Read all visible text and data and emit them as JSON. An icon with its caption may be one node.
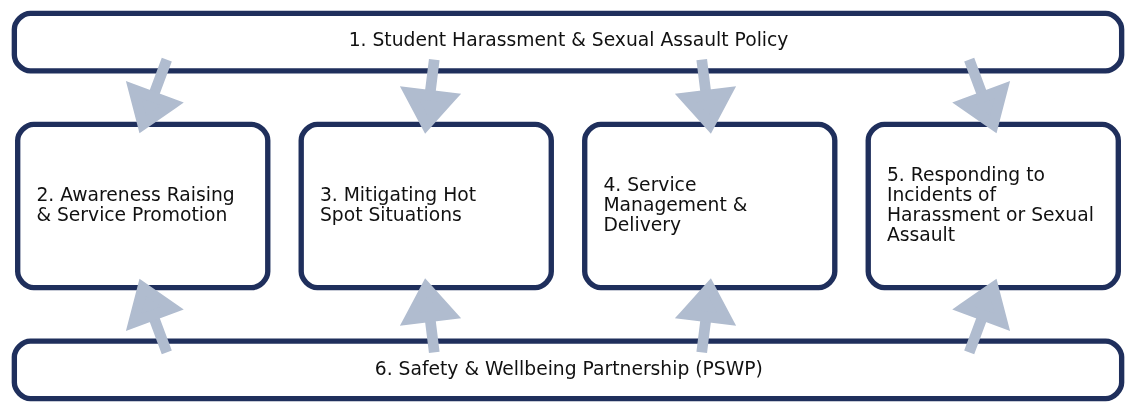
{
  "diagram": {
    "nodes": [
      {
        "text": [
          "1. Student Harassment & Sexual Assault Policy"
        ]
      },
      {
        "text": [
          "2. Awareness Raising & Service Promotion"
        ]
      },
      {
        "text": [
          "3. Mitigating Hot Spot Situations"
        ]
      },
      {
        "text": [
          "4. Service Management & Delivery"
        ]
      },
      {
        "text": [
          "5. Responding to Incidents of Harassment or Sexual Assault"
        ]
      },
      {
        "text": [
          "6. Safety & Wellbeing Partnership (PSWP)"
        ]
      }
    ],
    "edges": [
      {
        "from": 0,
        "to": 1,
        "arrow": "to"
      },
      {
        "from": 0,
        "to": 2,
        "arrow": "to"
      },
      {
        "from": 0,
        "to": 3,
        "arrow": "to"
      },
      {
        "from": 0,
        "to": 4,
        "arrow": "to"
      },
      {
        "from": 5,
        "to": 1,
        "arrow": "to"
      },
      {
        "from": 5,
        "to": 2,
        "arrow": "to"
      },
      {
        "from": 5,
        "to": 3,
        "arrow": "to"
      },
      {
        "from": 5,
        "to": 4,
        "arrow": "to"
      }
    ]
  }
}
